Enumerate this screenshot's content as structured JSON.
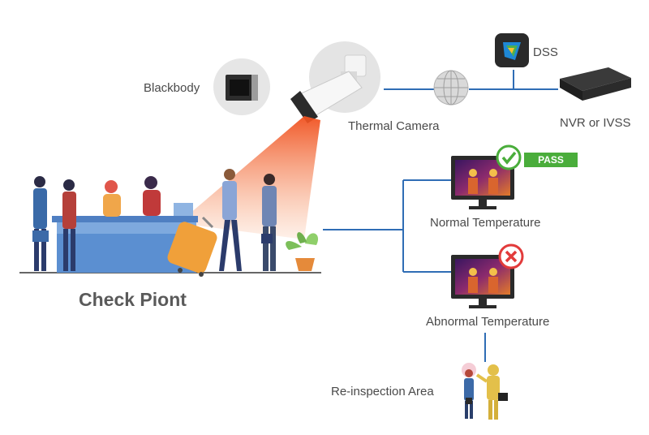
{
  "labels": {
    "blackbody": "Blackbody",
    "thermal_camera": "Thermal Camera",
    "dss": "DSS",
    "nvr": "NVR or IVSS",
    "normal": "Normal Temperature",
    "abnormal": "Abnormal Temperature",
    "reinspection": "Re-inspection Area",
    "checkpoint": "Check Piont",
    "pass": "PASS"
  },
  "colors": {
    "line": "#2f6db5",
    "pass_green": "#4aad3b",
    "fail_red": "#e23b3b",
    "beam": "#f06a2a",
    "counter": "#5b8fd1"
  },
  "icons": [
    "blackbody-device-icon",
    "thermal-camera-icon",
    "network-globe-icon",
    "dss-software-icon",
    "nvr-recorder-icon",
    "monitor-icon",
    "check-icon",
    "cross-icon",
    "people-icon",
    "plant-icon",
    "luggage-icon"
  ]
}
